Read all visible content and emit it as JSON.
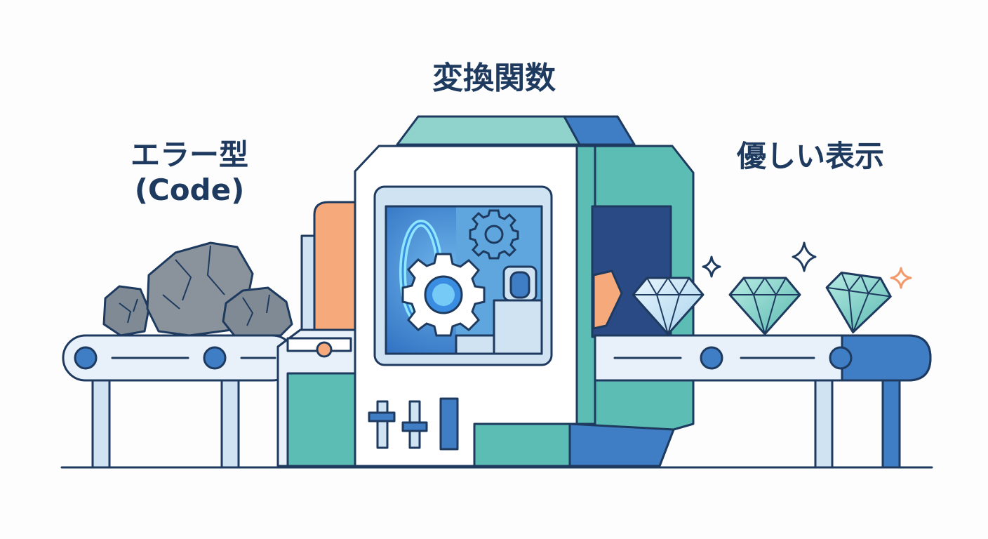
{
  "labels": {
    "center_title": "変換関数",
    "input_line1": "エラー型",
    "input_line2": "(Code)",
    "output_title": "優しい表示"
  },
  "colors": {
    "navy_outline": "#1e3a5f",
    "teal": "#5cbdb5",
    "light_teal": "#8fd3cc",
    "blue": "#3f7dc4",
    "dark_blue": "#294a85",
    "light_blue": "#cfe3f3",
    "orange": "#f6a97a",
    "rock_gray": "#8a939c",
    "gem_blue": "#bfe0f2",
    "gem_teal": "#7fcfc4",
    "sparkle_navy": "#1e3a5f",
    "sparkle_orange": "#f29a6b"
  },
  "icons": [
    "gear-icon",
    "rock-icon",
    "diamond-icon",
    "sparkle-icon",
    "portal-icon"
  ]
}
